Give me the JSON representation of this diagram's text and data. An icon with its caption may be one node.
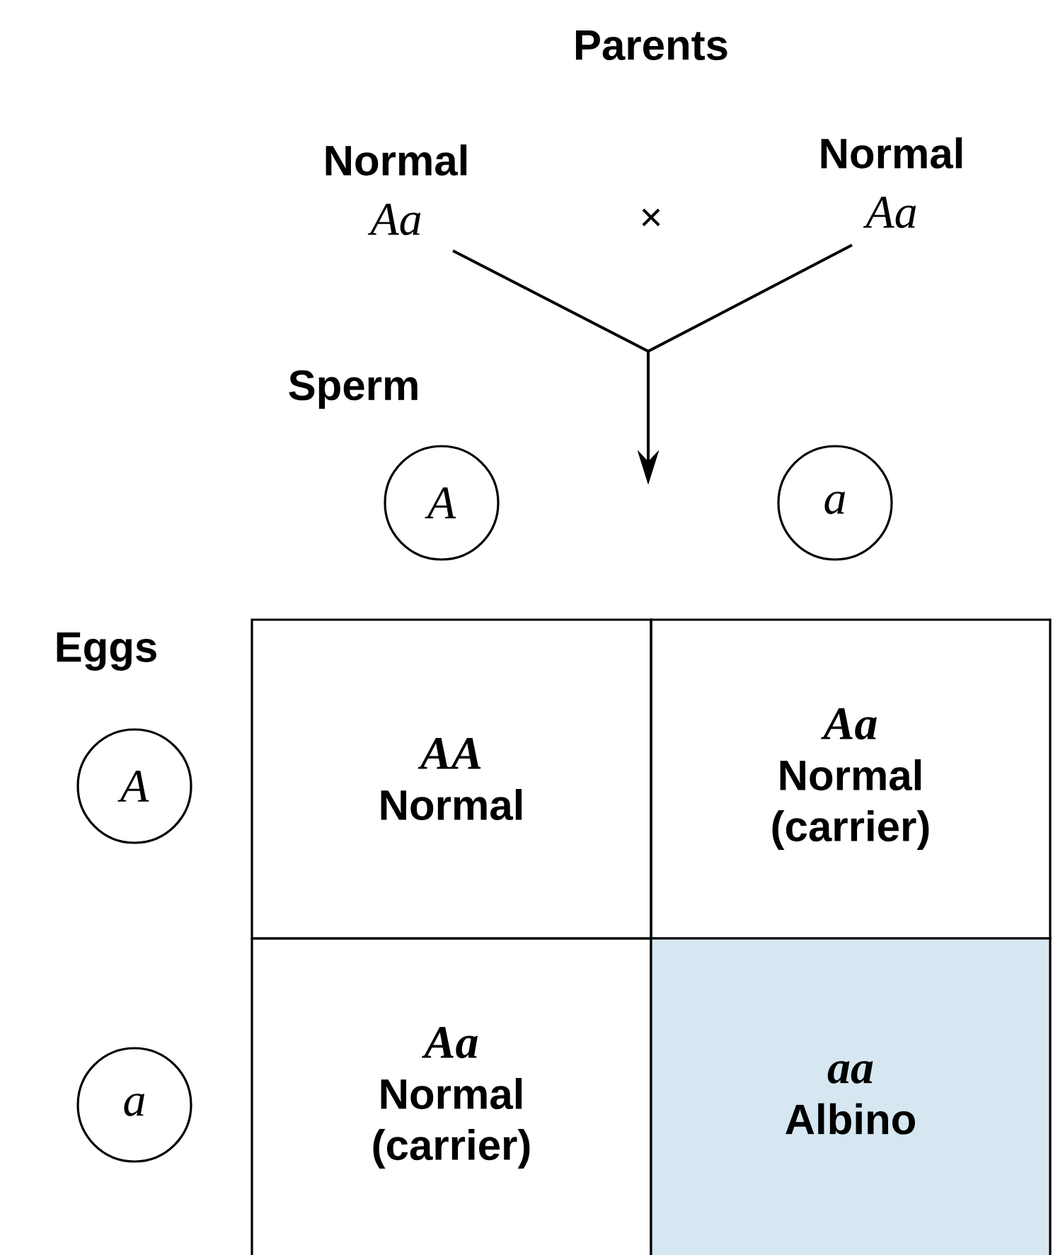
{
  "diagram": {
    "title": "Parents",
    "nodes": [
      {
        "text": [
          "Normal",
          "Aa"
        ]
      },
      {
        "text": [
          "Normal",
          "Aa"
        ]
      },
      {
        "text": [
          "A"
        ]
      },
      {
        "text": [
          "a"
        ]
      },
      {
        "text": [
          "A"
        ]
      },
      {
        "text": [
          "a"
        ]
      },
      {
        "text": [
          "AA",
          "Normal"
        ]
      },
      {
        "text": [
          "Aa",
          "Normal (carrier)"
        ]
      },
      {
        "text": [
          "Aa",
          "Normal (carrier)"
        ]
      },
      {
        "text": [
          "aa",
          "Albino"
        ]
      }
    ],
    "edges": [
      {
        "from": 0,
        "to": null,
        "arrow": "to"
      },
      {
        "from": 1,
        "to": null,
        "arrow": "to"
      }
    ],
    "labels": [
      "×",
      "Sperm",
      "Eggs"
    ]
  }
}
